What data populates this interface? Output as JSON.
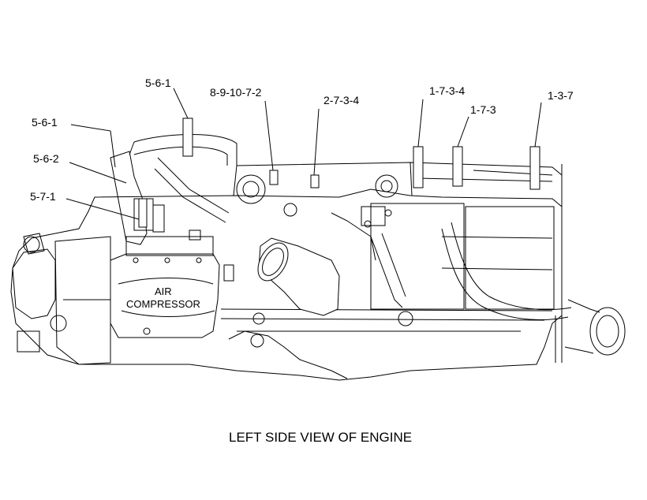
{
  "caption": "LEFT SIDE VIEW OF ENGINE",
  "component_label": {
    "line1": "AIR",
    "line2": "COMPRESSOR"
  },
  "callouts": [
    {
      "id": "c1",
      "label": "5-6-1"
    },
    {
      "id": "c2",
      "label": "5-6-1"
    },
    {
      "id": "c3",
      "label": "5-6-2"
    },
    {
      "id": "c4",
      "label": "5-7-1"
    },
    {
      "id": "c5",
      "label": "8-9-10-7-2"
    },
    {
      "id": "c6",
      "label": "2-7-3-4"
    },
    {
      "id": "c7",
      "label": "1-7-3-4"
    },
    {
      "id": "c8",
      "label": "1-7-3"
    },
    {
      "id": "c9",
      "label": "1-3-7"
    }
  ],
  "colors": {
    "ink": "#000000",
    "paper": "#ffffff"
  }
}
